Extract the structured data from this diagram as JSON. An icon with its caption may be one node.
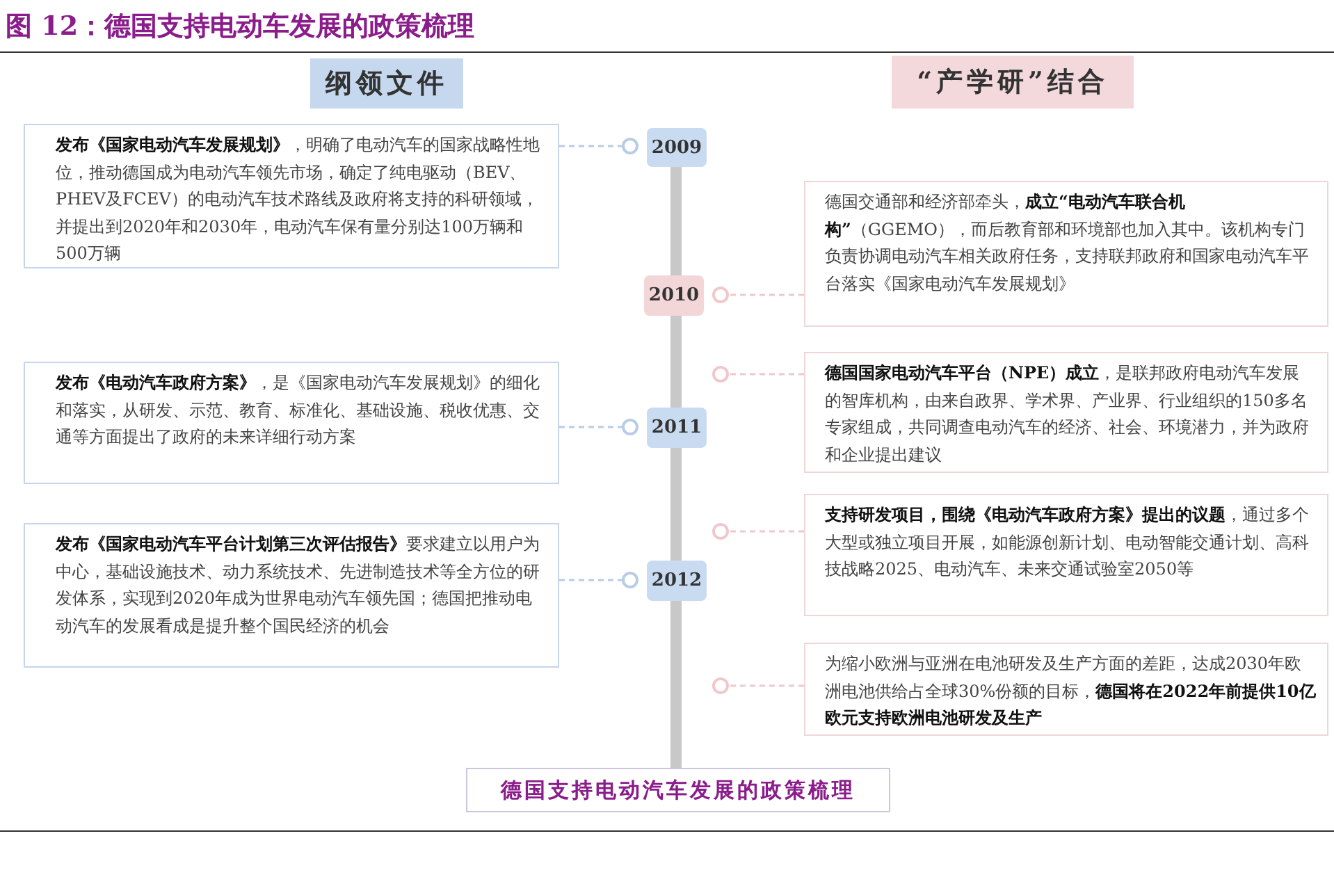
{
  "diagram": {
    "title": "图 12：德国支持电动车发展的政策梳理",
    "nodes": [
      {
        "text": [
          "纲领文件"
        ]
      },
      {
        "text": [
          "“产学研”结合"
        ]
      },
      {
        "text": [
          "2009"
        ]
      },
      {
        "text": [
          "**发布《国家电动汽车发展规划》**，明确了电动汽车的国家战略性地位，推动德国成为电动汽车领先市场，确定了纯电驱动（BEV、PHEV及FCEV）的电动汽车技术路线及政府将支持的科研领域，并提出到2020年和2030年，电动汽车保有量分别达100万辆和500万辆"
        ]
      },
      {
        "text": [
          "2010"
        ]
      },
      {
        "text": [
          "德国交通部和经济部牵头，**成立“电动汽车联合机构”**（GGEMO），而后教育部和环境部也加入其中。该机构专门负责协调电动汽车相关政府任务，支持联邦政府和国家电动汽车平台落实《国家电动汽车发展规划》"
        ]
      },
      {
        "text": [
          "**德国国家电动汽车平台（NPE）成立**，是联邦政府电动汽车发展的智库机构，由来自政界、学术界、产业界、行业组织的150多名专家组成，共同调查电动汽车的经济、社会、环境潜力，并为政府和企业提出建议"
        ]
      },
      {
        "text": [
          "2011"
        ]
      },
      {
        "text": [
          "**发布《电动汽车政府方案》**，是《国家电动汽车发展规划》的细化和落实，从研发、示范、教育、标准化、基础设施、税收优惠、交通等方面提出了政府的未来详细行动方案"
        ]
      },
      {
        "text": [
          "**支持研发项目，围绕《电动汽车政府方案》提出的议题**，通过多个大型或独立项目开展，如能源创新计划、电动智能交通计划、高科技战略2025、电动汽车、未来交通试验室2050等"
        ]
      },
      {
        "text": [
          "2012"
        ]
      },
      {
        "text": [
          "**发布《国家电动汽车平台计划第三次评估报告》**要求建立以用户为中心，基础设施技术、动力系统技术、先进制造技术等全方位的研发体系，实现到2020年成为世界电动汽车领先国；德国把推动电动汽车的发展看成是提升整个国民经济的机会"
        ]
      },
      {
        "text": [
          "为缩小欧洲与亚洲在电池研发及生产方面的差距，达成2030年欧洲电池供给占全球30%份额的目标，**德国将在2022年前提供10亿欧元支持欧洲电池研发及生产**"
        ]
      },
      {
        "text": [
          "德国支持电动汽车发展的政策梳理"
        ]
      },
      {
        "text": [],
        "shape": "circle"
      },
      {
        "text": [],
        "shape": "circle"
      },
      {
        "text": [],
        "shape": "circle"
      },
      {
        "text": [],
        "shape": "circle"
      },
      {
        "text": [],
        "shape": "circle"
      },
      {
        "text": [],
        "shape": "circle"
      },
      {
        "text": [],
        "shape": "circle"
      }
    ],
    "edges": [
      {
        "from": 3,
        "to": 14,
        "arrow": "none",
        "style": "dashed"
      },
      {
        "from": 5,
        "to": 15,
        "arrow": "none",
        "style": "dashed"
      },
      {
        "from": 6,
        "to": 16,
        "arrow": "none",
        "style": "dashed"
      },
      {
        "from": 8,
        "to": 17,
        "arrow": "none",
        "style": "dashed"
      },
      {
        "from": 9,
        "to": 18,
        "arrow": "none",
        "style": "dashed"
      },
      {
        "from": 11,
        "to": 19,
        "arrow": "none",
        "style": "dashed"
      },
      {
        "from": 12,
        "to": 20,
        "arrow": "none",
        "style": "dashed"
      }
    ]
  }
}
